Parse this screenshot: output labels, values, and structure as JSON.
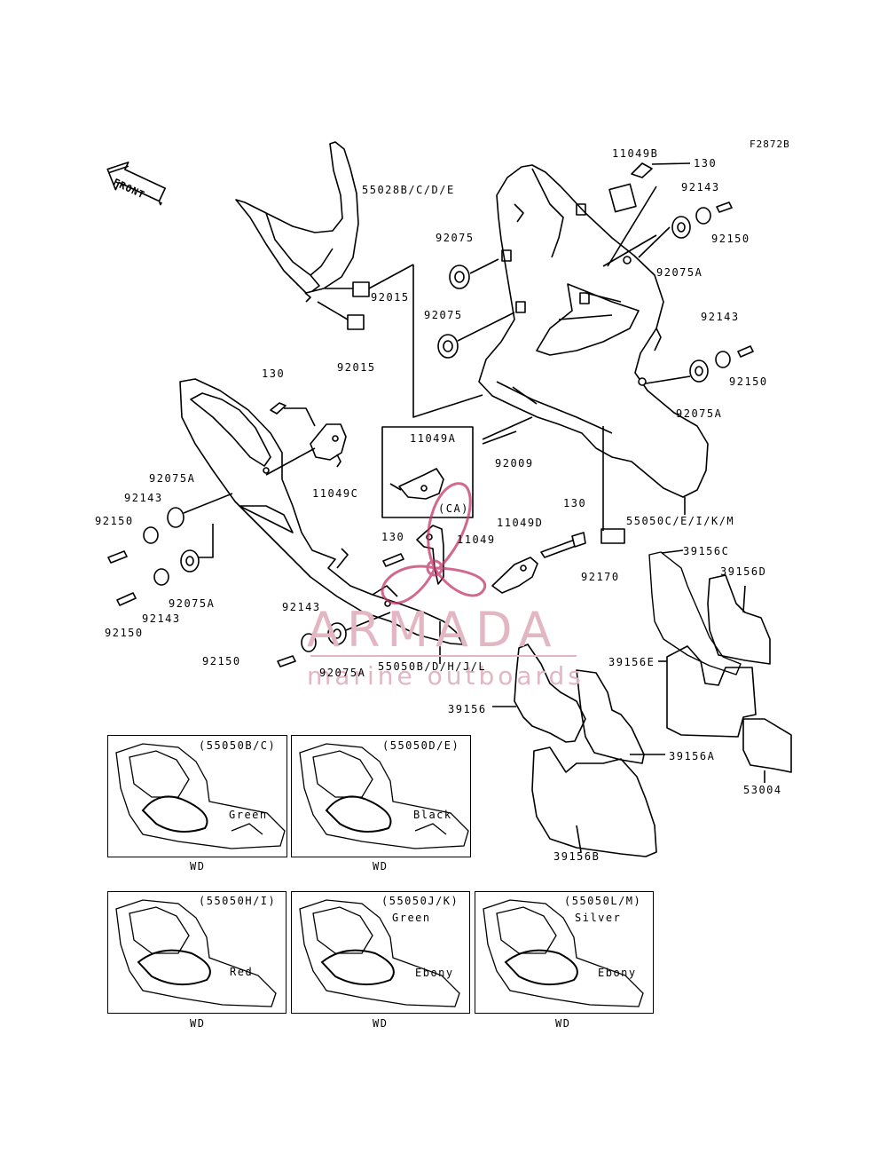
{
  "figure_code": "F2872B",
  "front_label": "FRONT",
  "watermark": {
    "brand": "ARMADA",
    "tagline": "marine outboards",
    "color": "#e3b6c3"
  },
  "parts": {
    "p11049B": "11049B",
    "p130_top": "130",
    "p92143_r1": "92143",
    "p92150_r1": "92150",
    "p92075A_r1": "92075A",
    "p55028": "55028B/C/D/E",
    "p92075_a": "92075",
    "p92075_b": "92075",
    "p92015_a": "92015",
    "p92015_b": "92015",
    "p92143_r2": "92143",
    "p92150_r2": "92150",
    "p92075A_r2": "92075A",
    "p130_mid": "130",
    "p11049A": "11049A",
    "pCA": "(CA)",
    "p92009": "92009",
    "p11049C": "11049C",
    "p92075A_l1": "92075A",
    "p92143_l1": "92143",
    "p92150_l1": "92150",
    "p130_c": "130",
    "p11049": "11049",
    "p11049D": "11049D",
    "p130_r": "130",
    "p55050C": "55050C/E/I/K/M",
    "p92075A_l2": "92075A",
    "p92143_l2": "92143",
    "p92150_l2": "92150",
    "p92170": "92170",
    "p39156C": "39156C",
    "p39156D": "39156D",
    "p92143_b": "92143",
    "p92150_b": "92150",
    "p92075A_b": "92075A",
    "p55050B": "55050B/D/H/J/L",
    "p39156E": "39156E",
    "p39156": "39156",
    "p39156A": "39156A",
    "p53004": "53004",
    "p39156B": "39156B"
  },
  "variants": [
    {
      "code": "(55050B/C)",
      "colors": [
        "Green"
      ],
      "footer": "WD"
    },
    {
      "code": "(55050D/E)",
      "colors": [
        "Black"
      ],
      "footer": "WD"
    },
    {
      "code": "(55050H/I)",
      "colors": [
        "Red"
      ],
      "footer": "WD"
    },
    {
      "code": "(55050J/K)",
      "colors": [
        "Green",
        "Ebony"
      ],
      "footer": "WD"
    },
    {
      "code": "(55050L/M)",
      "colors": [
        "Silver",
        "Ebony"
      ],
      "footer": "WD"
    }
  ]
}
